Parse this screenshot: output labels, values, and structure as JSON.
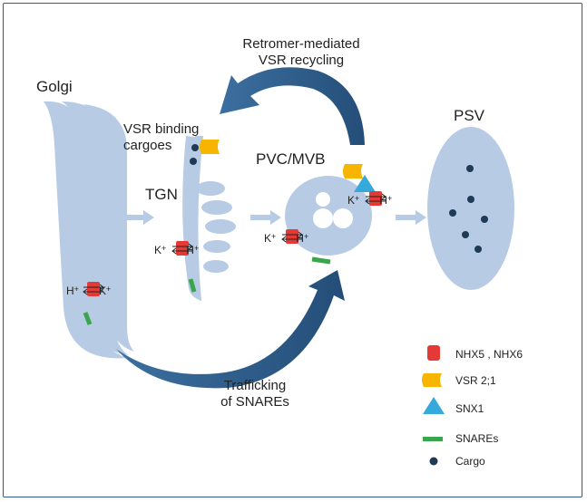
{
  "labels": {
    "golgi": "Golgi",
    "tgn": "TGN",
    "pvc_mvb": "PVC/MVB",
    "psv": "PSV",
    "retromer_line1": "Retromer-mediated",
    "retromer_line2": "VSR recycling",
    "vsr_binding_line1": "VSR binding",
    "vsr_binding_line2": "cargoes",
    "trafficking_line1": "Trafficking",
    "trafficking_line2": "of SNAREs"
  },
  "ions": {
    "golgi": {
      "left": "H",
      "left_charge": "+",
      "right": "K",
      "right_charge": "+"
    },
    "tgn": {
      "left": "K",
      "left_charge": "+",
      "right": "H",
      "right_charge": "+"
    },
    "pvc": {
      "left": "K",
      "left_charge": "+",
      "right": "H",
      "right_charge": "+"
    },
    "pvc_inner": {
      "left": "K",
      "left_charge": "+",
      "right": "H",
      "right_charge": "+"
    }
  },
  "legend": [
    {
      "label": "NHX5 , NHX6",
      "icon": "red-rounded-square-icon",
      "color": "#e53935"
    },
    {
      "label": "VSR 2;1",
      "icon": "yellow-cup-icon",
      "color": "#f7b500"
    },
    {
      "label": "SNX1",
      "icon": "blue-triangle-icon",
      "color": "#35a8dc"
    },
    {
      "label": "SNAREs",
      "icon": "green-bar-icon",
      "color": "#3aa64c"
    },
    {
      "label": "Cargo",
      "icon": "navy-dot-icon",
      "color": "#1f3a55"
    }
  ],
  "colors": {
    "membrane": "#b7cbe4",
    "arrow_dark": "#2e5e8e",
    "arrow_light": "#b7cbe4",
    "frame": "#2f5a86"
  }
}
